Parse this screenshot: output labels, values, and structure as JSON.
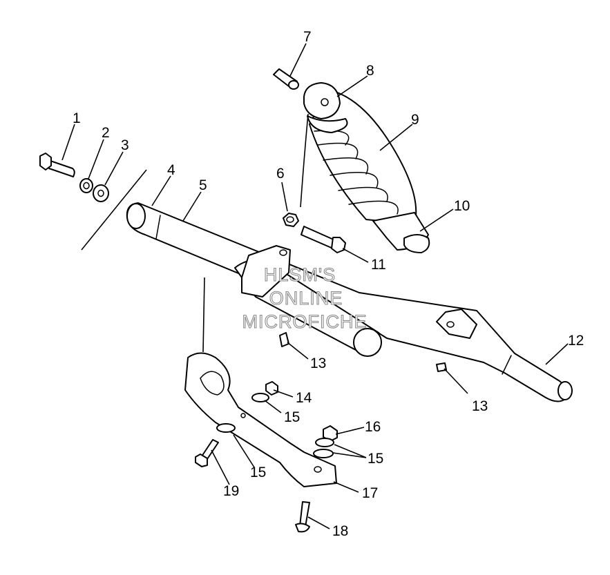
{
  "callouts": [
    {
      "id": "1",
      "label": "1"
    },
    {
      "id": "2",
      "label": "2"
    },
    {
      "id": "3",
      "label": "3"
    },
    {
      "id": "4",
      "label": "4"
    },
    {
      "id": "5",
      "label": "5"
    },
    {
      "id": "6",
      "label": "6"
    },
    {
      "id": "7",
      "label": "7"
    },
    {
      "id": "8",
      "label": "8"
    },
    {
      "id": "9",
      "label": "9"
    },
    {
      "id": "10",
      "label": "10"
    },
    {
      "id": "11",
      "label": "11"
    },
    {
      "id": "12",
      "label": "12"
    },
    {
      "id": "13a",
      "label": "13"
    },
    {
      "id": "13b",
      "label": "13"
    },
    {
      "id": "14",
      "label": "14"
    },
    {
      "id": "15a",
      "label": "15"
    },
    {
      "id": "15b",
      "label": "15"
    },
    {
      "id": "15c",
      "label": "15"
    },
    {
      "id": "16",
      "label": "16"
    },
    {
      "id": "17",
      "label": "17"
    },
    {
      "id": "18",
      "label": "18"
    },
    {
      "id": "19",
      "label": "19"
    }
  ],
  "watermark": {
    "line1": "HLSM'S",
    "line2": "ONLINE",
    "line3": "MICROFICHE"
  }
}
